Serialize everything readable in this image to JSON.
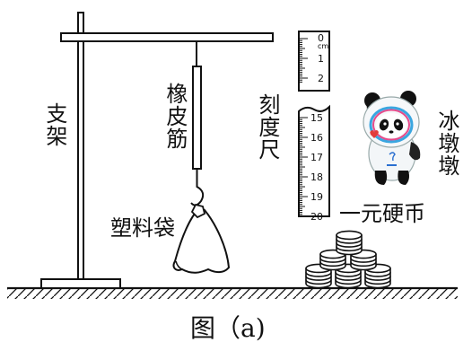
{
  "labels": {
    "stand": "支架",
    "rubber_band": "橡皮筋",
    "ruler": "刻度尺",
    "mascot": "冰墩墩",
    "coins": "一元硬币",
    "bag": "塑料袋"
  },
  "caption": "图（a)",
  "ruler": {
    "top_segment": {
      "unit": "cm",
      "ticks": [
        "0",
        "1",
        "2"
      ]
    },
    "bottom_segment": {
      "ticks": [
        "15",
        "16",
        "17",
        "18",
        "19",
        "20"
      ]
    }
  },
  "icons": {
    "mascot": "bing-dwen-dwen-icon",
    "coins": "coin-stack-icon",
    "bag": "plastic-bag-icon"
  }
}
